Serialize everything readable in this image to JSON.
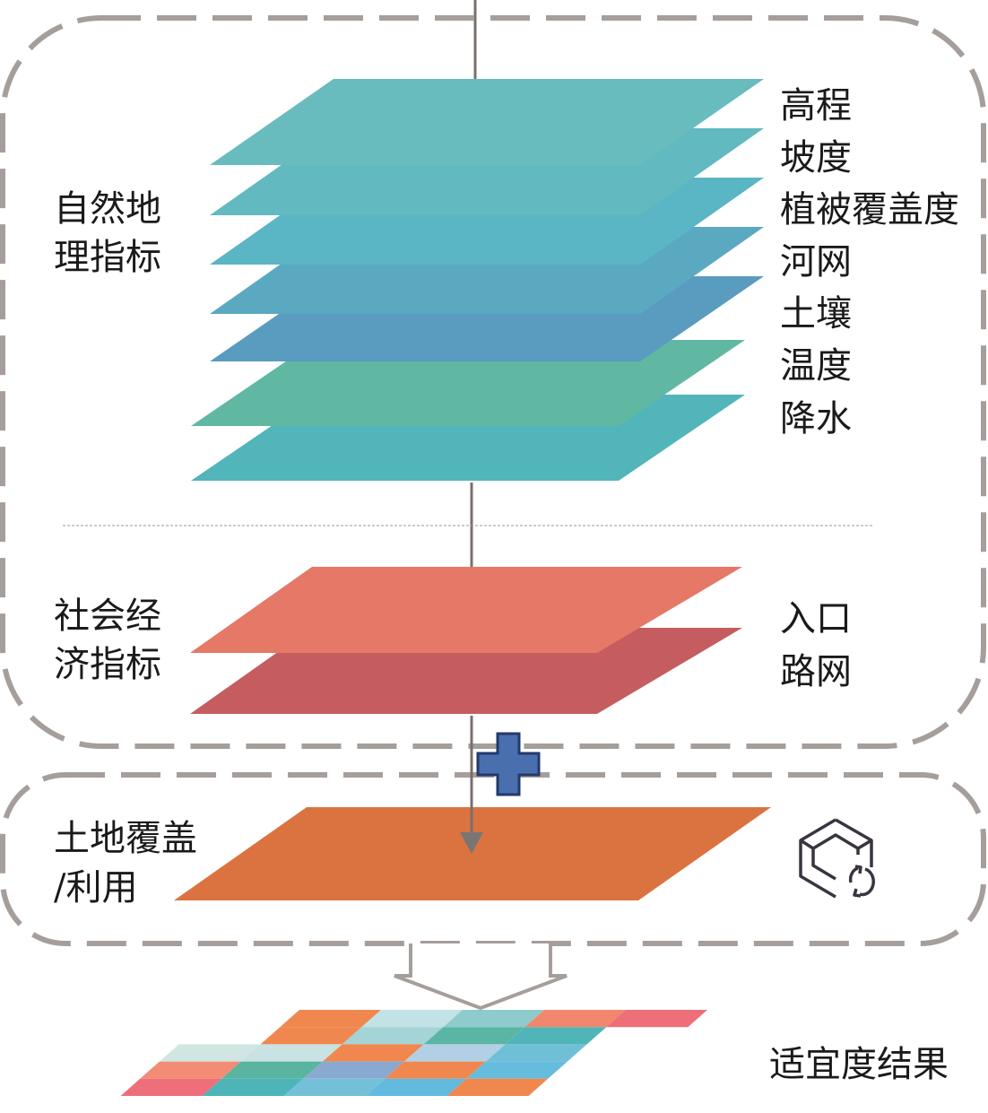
{
  "groups": {
    "natural": {
      "label_lines": [
        "自然地",
        "理指标"
      ],
      "layers": [
        {
          "name": "高程",
          "color": "#69bcbe"
        },
        {
          "name": "坡度",
          "color": "#63b9c0"
        },
        {
          "name": "植被覆盖度",
          "color": "#5ab5c4"
        },
        {
          "name": "河网",
          "color": "#5aa9c1"
        },
        {
          "name": "土壤",
          "color": "#5a9cbf"
        },
        {
          "name": "温度",
          "color": "#60b8a3"
        },
        {
          "name": "降水",
          "color": "#51b5b9"
        }
      ]
    },
    "socioeconomic": {
      "label_lines": [
        "社会经",
        "济指标"
      ],
      "layers": [
        {
          "name": "入口",
          "color": "#e57866"
        },
        {
          "name": "路网",
          "color": "#c55d60"
        }
      ]
    },
    "landcover": {
      "label_lines": [
        "土地覆盖",
        "/利用"
      ],
      "layer": {
        "name": "土地覆盖/利用",
        "color": "#db7340"
      },
      "icon": "cube-refresh-icon"
    }
  },
  "combine_icon": "plus-icon",
  "result": {
    "label": "适宜度结果",
    "grid_rows": [
      [
        "",
        "#f0874f",
        "#c2e2e6",
        "#8fcacc",
        "#f2876d",
        "#ee6f77"
      ],
      [
        "",
        "#f0874f",
        "#a4d4d6",
        "#5ab5a5",
        "#50b5b8",
        ""
      ],
      [
        "#cfe6e2",
        "#c8e3e2",
        "#f0874f",
        "#b1d0e6",
        "#6fc0d6",
        ""
      ],
      [
        "#f38c74",
        "#59b4a0",
        "#8aa9d0",
        "#f0874f",
        "#66bcdc",
        ""
      ],
      [
        "#ee6f7a",
        "#4db5b8",
        "#73c0d8",
        "#63badf",
        "#f0874f",
        ""
      ]
    ]
  },
  "colors": {
    "dash": "#a59e9b",
    "flow_line": "#7a6f6d",
    "plus_fill": "#4a6fae",
    "plus_stroke": "#243a6b",
    "icon_stroke": "#3a3440"
  }
}
